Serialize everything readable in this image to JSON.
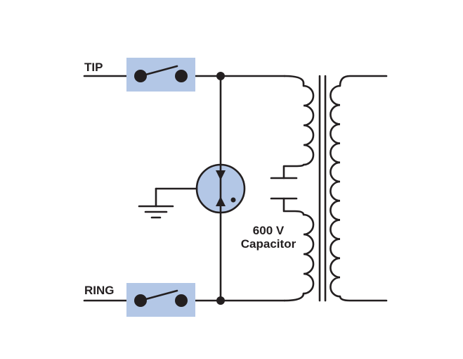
{
  "labels": {
    "tip": "TIP",
    "ring": "RING",
    "capacitor_line1": "600 V",
    "capacitor_line2": "Capacitor"
  },
  "components": {
    "switches": [
      "tip-switch",
      "ring-switch"
    ],
    "protector": "gas-discharge-tube",
    "ground": "ground-symbol",
    "capacitor": "series-capacitor",
    "transformer": "isolation-transformer"
  },
  "colors": {
    "switch_fill": "#b3c7e6",
    "protector_fill": "#b3c7e6",
    "line": "#231f20",
    "background": "#ffffff"
  }
}
